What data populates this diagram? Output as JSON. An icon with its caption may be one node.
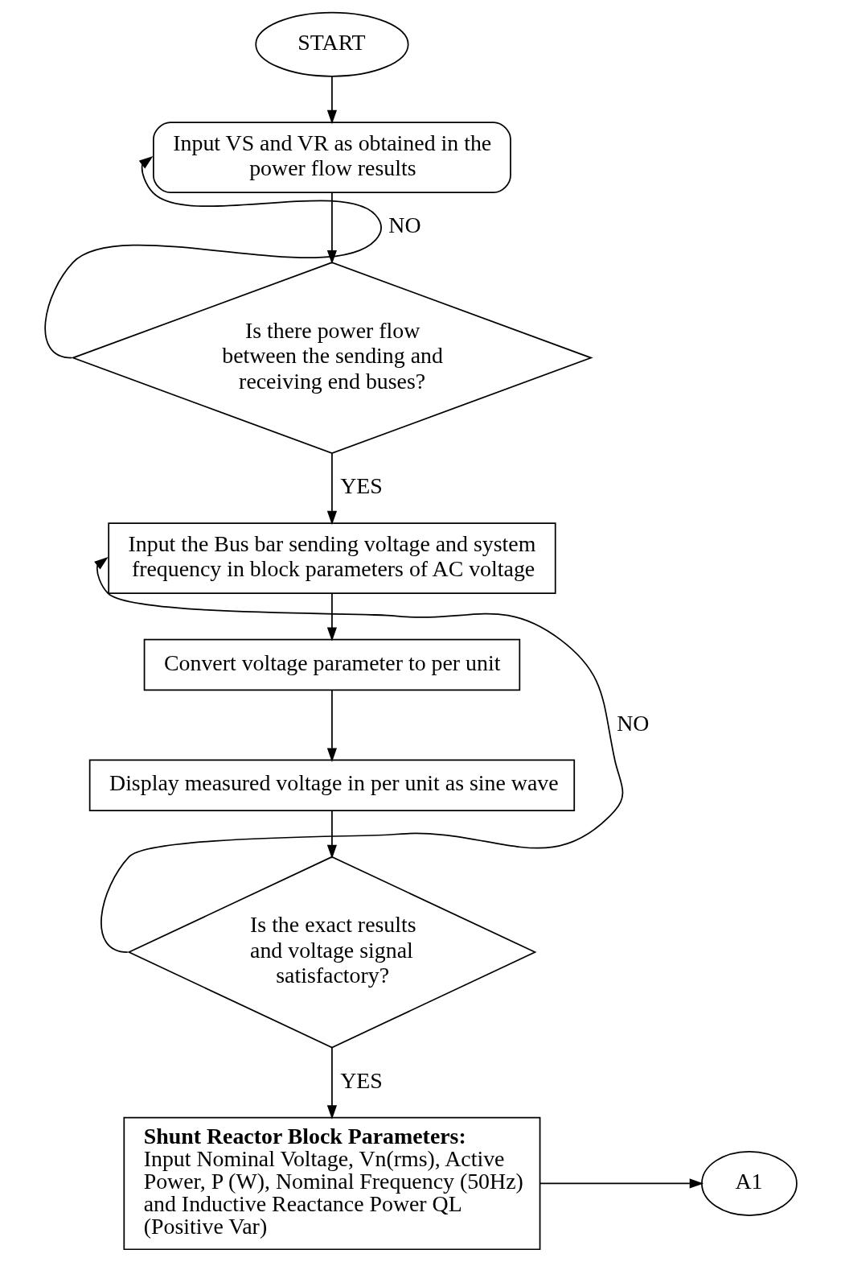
{
  "diagram": {
    "nodes": [
      {
        "text": [
          "START"
        ]
      },
      {
        "text": [
          "Input VS and VR as obtained in the power flow results"
        ]
      },
      {
        "text": [
          "Is there power flow between the sending and receiving end buses?"
        ]
      },
      {
        "text": [
          "Input the Bus bar sending voltage and system frequency in block parameters of AC voltage"
        ]
      },
      {
        "text": [
          "Convert voltage parameter to per unit"
        ]
      },
      {
        "text": [
          "Display measured voltage in per unit as sine wave"
        ]
      },
      {
        "text": [
          "Is the exact results and voltage signal satisfactory?"
        ]
      },
      {
        "text": [
          "Shunt Reactor Block Parameters:",
          "Input Nominal Voltage, Vn(rms), Active Power, P (W), Nominal Frequency (50Hz) and Inductive Reactance Power QL (Positive Var)"
        ]
      },
      {
        "text": [
          "A1"
        ]
      }
    ],
    "edges": [
      {
        "from": 0,
        "to": 1,
        "arrow": "to"
      },
      {
        "from": 1,
        "to": 2,
        "arrow": "to"
      },
      {
        "from": 2,
        "to": 1,
        "arrow": "to",
        "label": "NO"
      },
      {
        "from": 2,
        "to": 3,
        "arrow": "to",
        "label": "YES"
      },
      {
        "from": 3,
        "to": 4,
        "arrow": "to"
      },
      {
        "from": 4,
        "to": 5,
        "arrow": "to"
      },
      {
        "from": 5,
        "to": 6,
        "arrow": "to"
      },
      {
        "from": 6,
        "to": 3,
        "arrow": "to",
        "label": "NO"
      },
      {
        "from": 6,
        "to": 7,
        "arrow": "to",
        "label": "YES"
      },
      {
        "from": 7,
        "to": 8,
        "arrow": "to"
      }
    ]
  }
}
